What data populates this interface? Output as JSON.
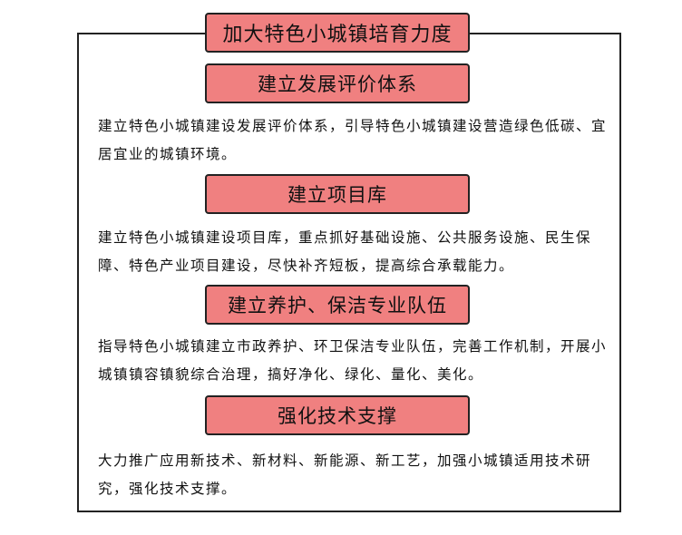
{
  "title": "加大特色小城镇培育力度",
  "sections": [
    {
      "heading": "建立发展评价体系",
      "body": "建立特色小城镇建设发展评价体系，引导特色小城镇建设营造绿色低碳、宜居宜业的城镇环境。"
    },
    {
      "heading": "建立项目库",
      "body": "建立特色小城镇建设项目库，重点抓好基础设施、公共服务设施、民生保障、特色产业项目建设，尽快补齐短板，提高综合承载能力。"
    },
    {
      "heading": "建立养护、保洁专业队伍",
      "body": "指导特色小城镇建立市政养护、环卫保洁专业队伍，完善工作机制，开展小城镇镇容镇貌综合治理，搞好净化、绿化、量化、美化。"
    },
    {
      "heading": "强化技术支撑",
      "body": "大力推广应用新技术、新材料、新能源、新工艺，加强小城镇适用技术研究，强化技术支撑。"
    }
  ],
  "colors": {
    "box_fill": "#f08080",
    "border": "#222222"
  }
}
